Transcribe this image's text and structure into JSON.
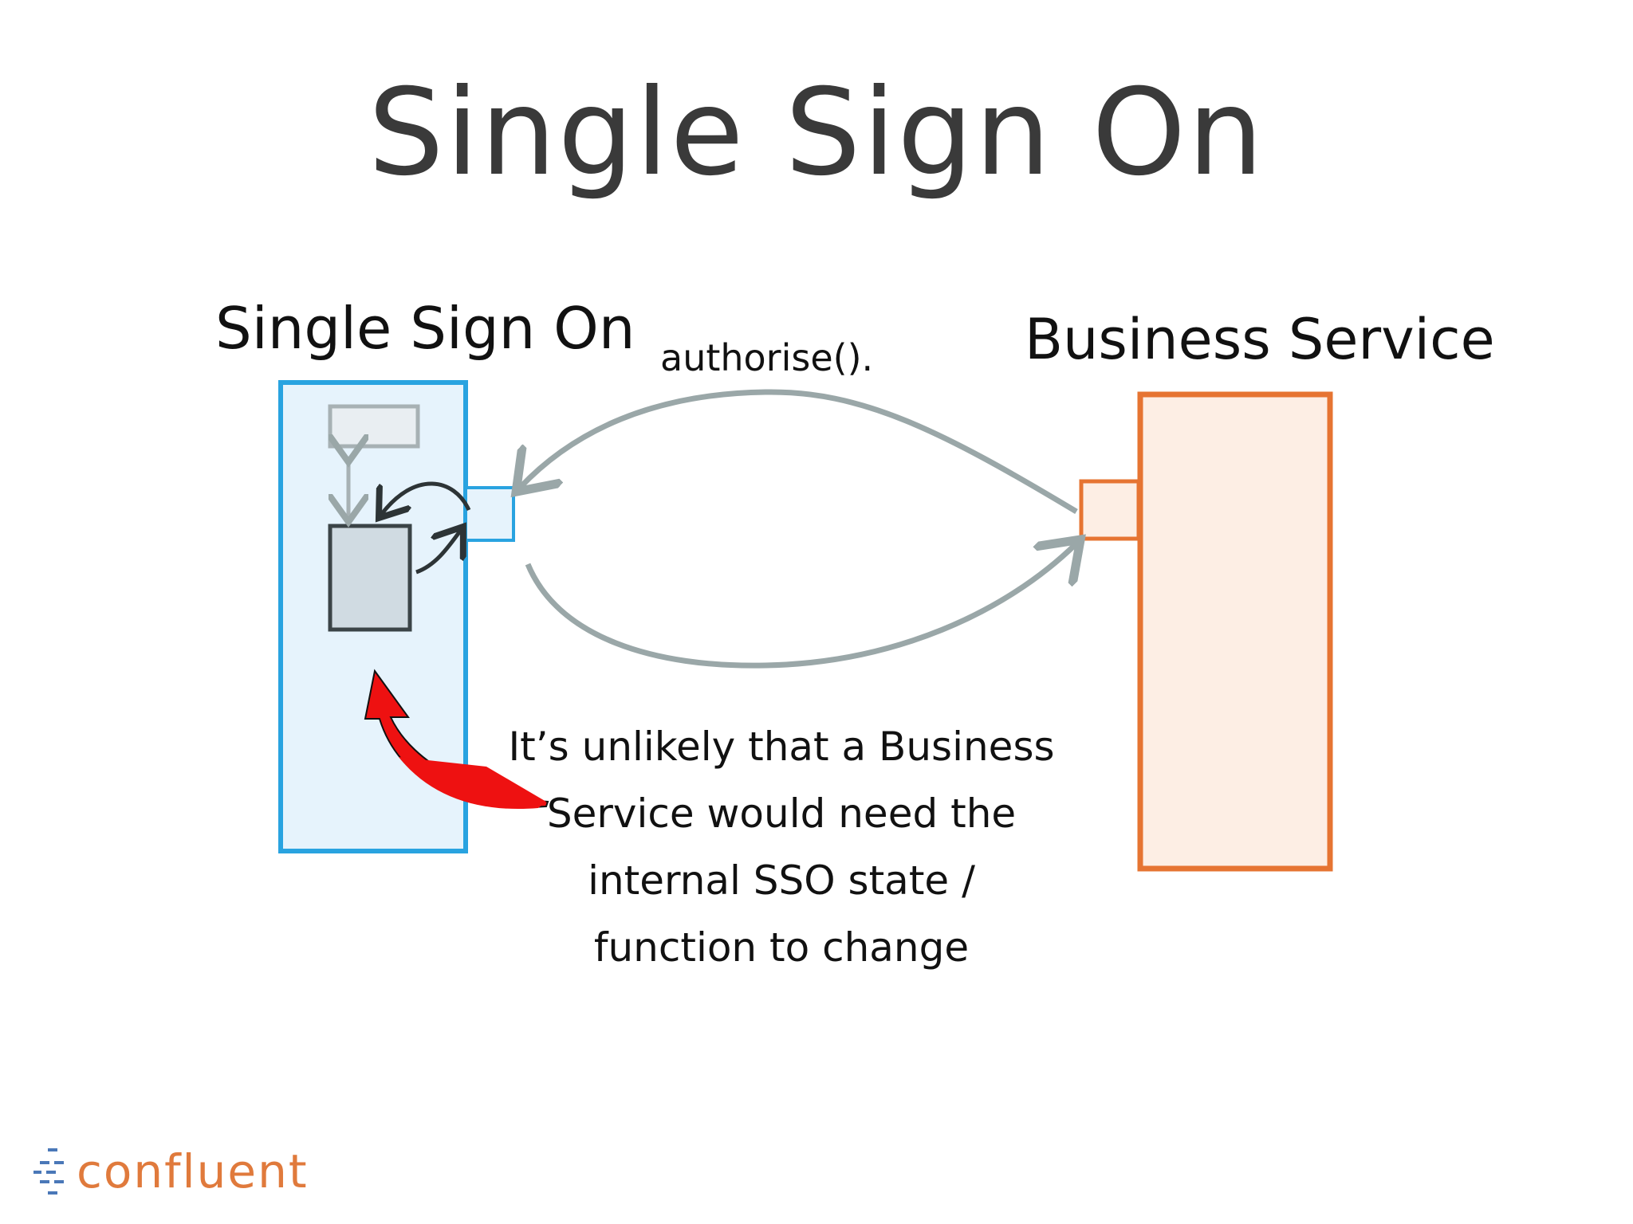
{
  "title": "Single Sign On",
  "sso": {
    "label": "Single Sign On",
    "color": "#29a3e0",
    "fill": "#e6f3fc"
  },
  "business": {
    "label": "Business Service",
    "color": "#e67432",
    "fill": "#fdeee4"
  },
  "call": {
    "label": "authorise()."
  },
  "note": {
    "lines": [
      "It’s unlikely that a Business",
      "Service would need the",
      "internal SSO state /",
      "function to change"
    ],
    "arrow_color": "#ee1111"
  },
  "logo": {
    "text": "confluent",
    "color": "#e07a3c"
  }
}
